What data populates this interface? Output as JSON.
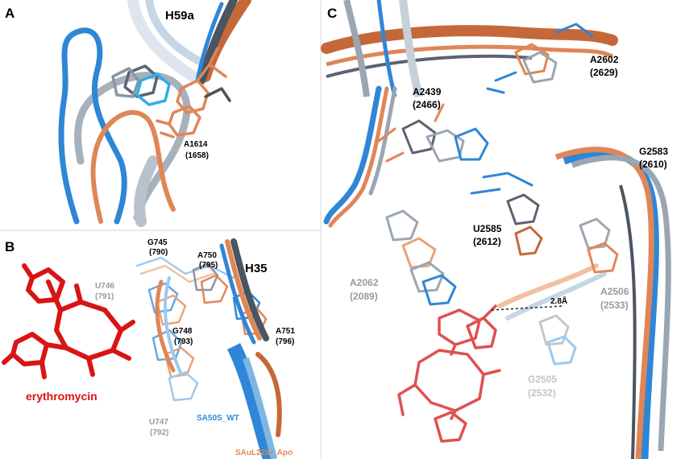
{
  "panels": {
    "A": {
      "letter": "A",
      "helix": "H59a",
      "residue": {
        "name": "A1614",
        "num": "(1658)"
      }
    },
    "B": {
      "letter": "B",
      "helix": "H35",
      "residues": [
        {
          "name": "G745",
          "num": "(790)"
        },
        {
          "name": "A750",
          "num": "(795)"
        },
        {
          "name": "U746",
          "num": "(791)"
        },
        {
          "name": "G748",
          "num": "(793)"
        },
        {
          "name": "A751",
          "num": "(796)"
        },
        {
          "name": "U747",
          "num": "(792)"
        }
      ],
      "ligand": "erythromycin",
      "legend": {
        "wt": "SA50S_WT",
        "apo": "SAuL22m_Apo"
      }
    },
    "C": {
      "letter": "C",
      "residues": [
        {
          "name": "A2602",
          "num": "(2629)"
        },
        {
          "name": "A2439",
          "num": "(2466)"
        },
        {
          "name": "G2583",
          "num": "(2610)"
        },
        {
          "name": "U2585",
          "num": "(2612)"
        },
        {
          "name": "A2062",
          "num": "(2089)"
        },
        {
          "name": "A2506",
          "num": "(2533)"
        },
        {
          "name": "G2505",
          "num": "(2532)"
        }
      ],
      "distance": "2.8Å"
    }
  },
  "colors": {
    "wt_blue": "#2f86d6",
    "apo_orange": "#e08656",
    "grey": "#9aa6b2",
    "dark_grey": "#5a6470",
    "ligand_red": "#d81414",
    "light_blue": "#9cc9ee",
    "light_orange": "#f2c0a0"
  }
}
